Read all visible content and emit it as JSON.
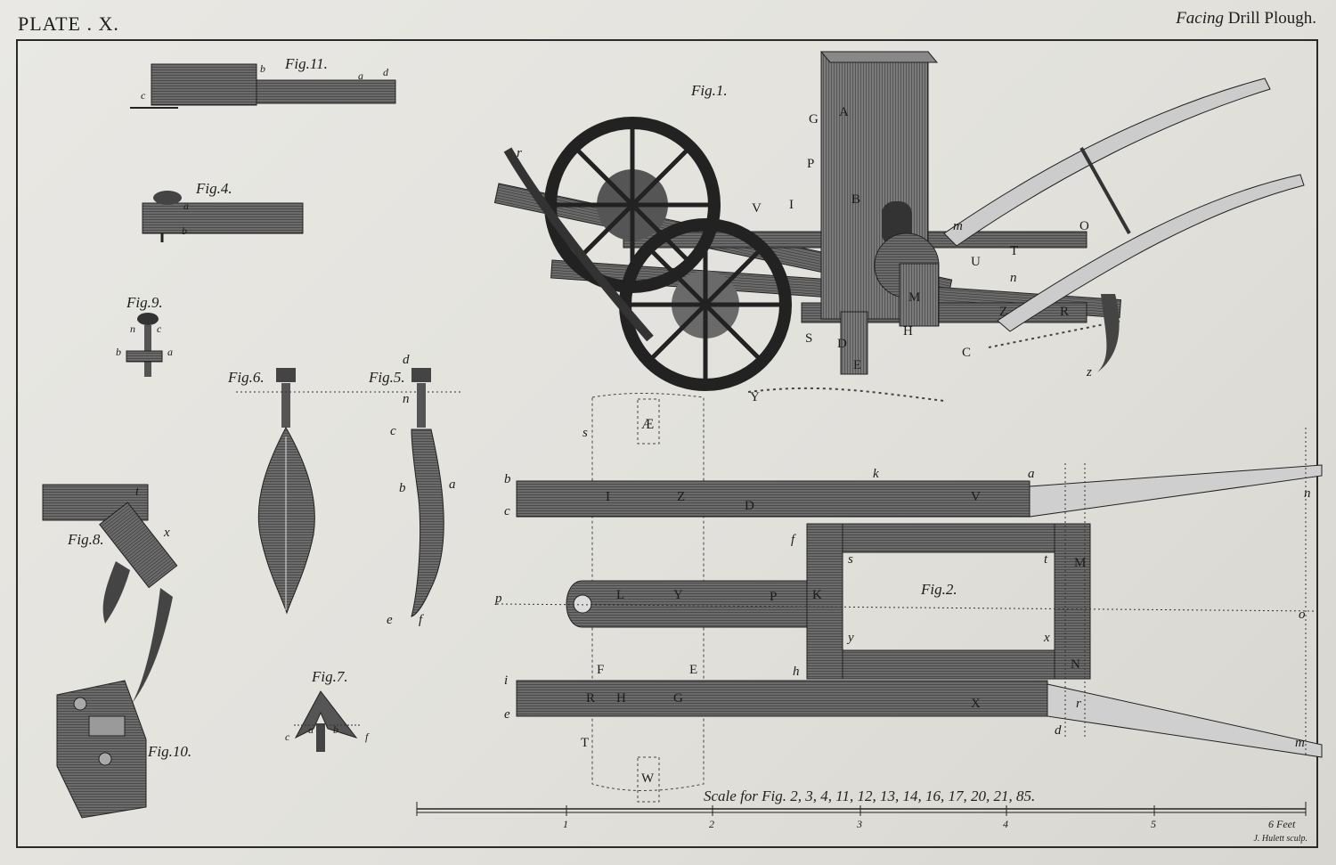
{
  "header": {
    "plate": "PLATE . X.",
    "facing_word": "Facing",
    "facing_rest": "Drill Plough."
  },
  "figures": {
    "fig1": "Fig.1.",
    "fig2": "Fig.2.",
    "fig4": "Fig.4.",
    "fig5": "Fig.5.",
    "fig6": "Fig.6.",
    "fig7": "Fig.7.",
    "fig8": "Fig.8.",
    "fig9": "Fig.9.",
    "fig10": "Fig.10.",
    "fig11": "Fig.11."
  },
  "scale": {
    "caption": "Scale for Fig. 2, 3, 4, 11, 12, 13, 14, 16, 17, 20, 21, 85.",
    "ticks": [
      "1",
      "2",
      "3",
      "4",
      "5",
      "6 Feet"
    ]
  },
  "engraver": "J. Hulett sculp.",
  "letters": {
    "f11_b": "b",
    "f11_a": "a",
    "f11_d": "d",
    "f11_c": "c",
    "f4_a": "a",
    "f4_b": "b",
    "f9_n": "n",
    "f9_c": "c",
    "f9_b": "b",
    "f9_a": "a",
    "f6_d": "d",
    "f6_n": "n",
    "f6_c": "c",
    "f6_b": "b",
    "f6_a": "a",
    "f6_e": "e",
    "f6_f": "f",
    "f8_t": "t",
    "f8_x": "x",
    "f7_c": "c",
    "f7_f": "f",
    "f7_a": "a",
    "f7_b": "b",
    "f1_G": "G",
    "f1_A": "A",
    "f1_P": "P",
    "f1_B": "B",
    "f1_V": "V",
    "f1_I": "I",
    "f1_r": "r",
    "f1_S": "S",
    "f1_D": "D",
    "f1_E": "E",
    "f1_Y": "Y",
    "f1_H": "H",
    "f1_C": "C",
    "f1_U": "U",
    "f1_T": "T",
    "f1_O": "O",
    "f1_Z": "Z",
    "f1_R": "R",
    "f1_M": "M",
    "f1_z": "z",
    "f1_m": "m",
    "f1_n": "n",
    "f2_AE": "Æ",
    "f2_s": "s",
    "f2_b": "b",
    "f2_c": "c",
    "f2_k": "k",
    "f2_a": "a",
    "f2_n": "n",
    "f2_f": "f",
    "f2_t": "t",
    "f2_s2": "s",
    "f2_p": "p",
    "f2_o": "o",
    "f2_y": "y",
    "f2_x": "x",
    "f2_h": "h",
    "f2_i": "i",
    "f2_e": "e",
    "f2_d": "d",
    "f2_m": "m",
    "f2_F": "F",
    "f2_E": "E",
    "f2_T": "T",
    "f2_W": "W",
    "f2_I": "I",
    "f2_Z": "Z",
    "f2_D": "D",
    "f2_V": "V",
    "f2_L": "L",
    "f2_Y": "Y",
    "f2_P": "P",
    "f2_K": "K",
    "f2_M": "M",
    "f2_N": "N",
    "f2_R": "R",
    "f2_H": "H",
    "f2_G": "G",
    "f2_X": "X",
    "f2_r": "r"
  }
}
